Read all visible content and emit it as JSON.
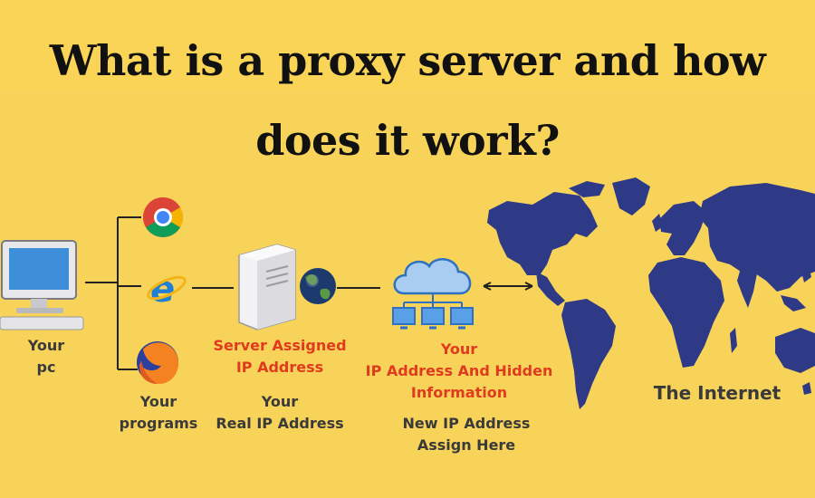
{
  "title": {
    "line1": "What is a proxy server and how",
    "line2": "does it work?"
  },
  "labels": {
    "pc_line1": "Your",
    "pc_line2": "pc",
    "programs_line1": "Your",
    "programs_line2": "programs",
    "server_red_line1": "Server Assigned",
    "server_red_line2": "IP Address",
    "server_dark_line1": "Your",
    "server_dark_line2": "Real IP Address",
    "cloud_red_line1": "Your",
    "cloud_red_line2": "IP Address And Hidden",
    "cloud_red_line3": "Information",
    "cloud_dark_line1": "New IP Address",
    "cloud_dark_line2": "Assign Here",
    "internet": "The Internet"
  },
  "icons": {
    "computer": "computer-monitor-icon",
    "chrome": "chrome-browser-icon",
    "ie": "internet-explorer-icon",
    "firefox": "firefox-browser-icon",
    "server": "server-tower-icon",
    "globe": "globe-icon",
    "cloud": "cloud-network-icon",
    "map": "world-map"
  },
  "colors": {
    "background": "#f7d35a",
    "title": "#111111",
    "label_dark": "#3a3a3a",
    "label_red": "#e03a1f",
    "map": "#2e3a86",
    "cloud": "#4a8fd6"
  }
}
